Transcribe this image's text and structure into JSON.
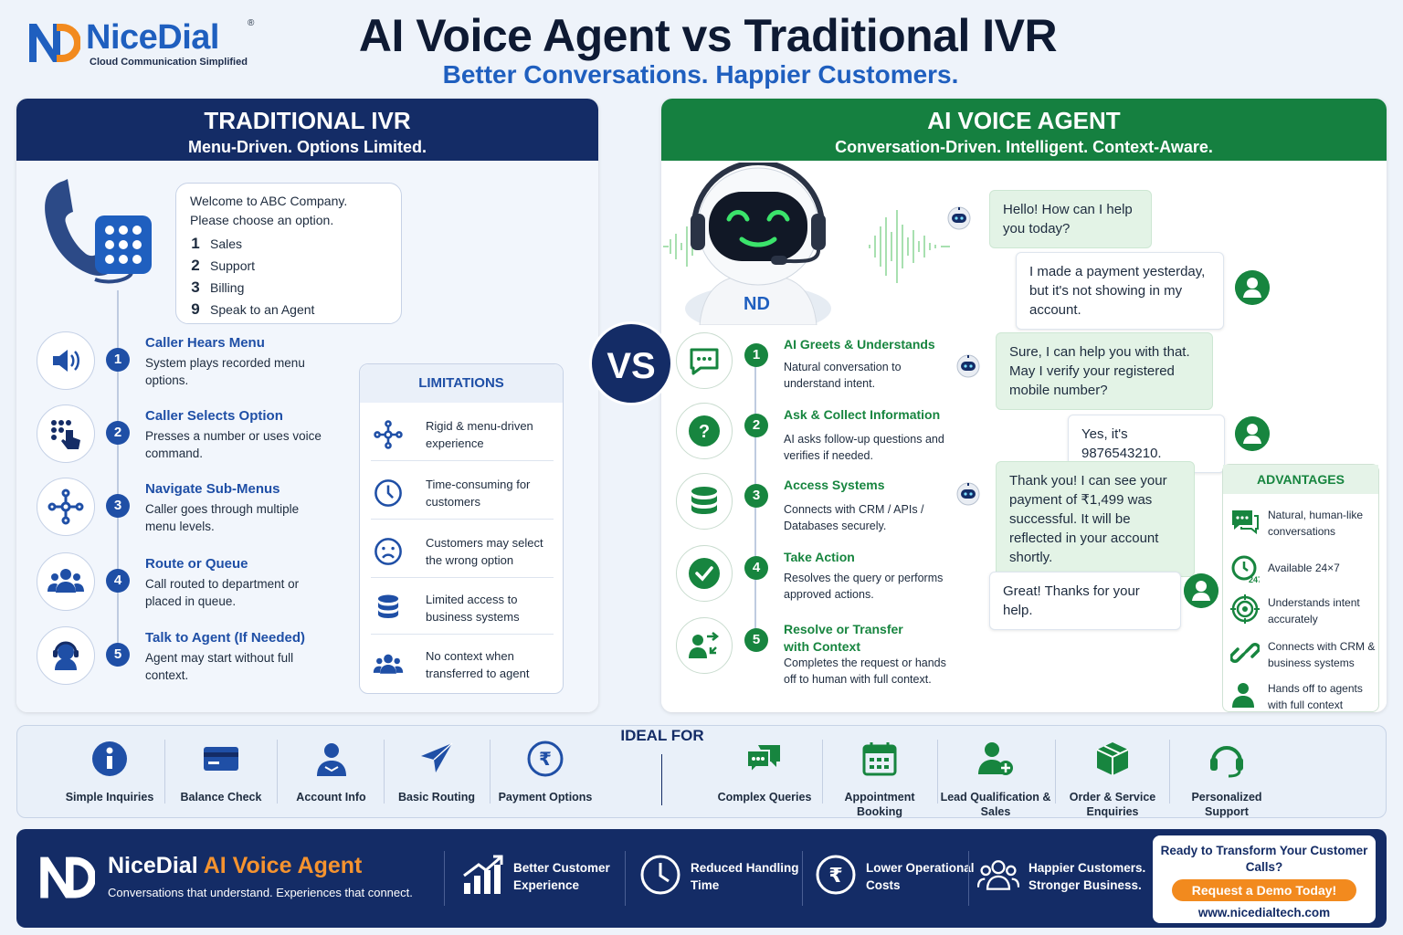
{
  "header": {
    "brand": "NiceDial",
    "brand_reg": "®",
    "brand_tagline": "Cloud Communication Simplified",
    "title": "AI Voice Agent vs Traditional IVR",
    "subtitle": "Better Conversations. Happier Customers."
  },
  "colors": {
    "navy": "#142c66",
    "blue": "#1f5fbf",
    "green": "#158040",
    "orange": "#f28a1e"
  },
  "vs_label": "VS",
  "ivr": {
    "title": "TRADITIONAL IVR",
    "subtitle": "Menu-Driven. Options Limited.",
    "menu": {
      "greeting": "Welcome to ABC Company.",
      "prompt": "Please choose an option.",
      "options": [
        {
          "key": "1",
          "label": "Sales"
        },
        {
          "key": "2",
          "label": "Support"
        },
        {
          "key": "3",
          "label": "Billing"
        },
        {
          "key": "9",
          "label": "Speak to an Agent"
        }
      ]
    },
    "steps": [
      {
        "num": "1",
        "title": "Caller Hears Menu",
        "desc": "System plays recorded menu options.",
        "icon": "speaker-icon"
      },
      {
        "num": "2",
        "title": "Caller Selects Option",
        "desc": "Presses a number or uses voice command.",
        "icon": "keypad-tap-icon"
      },
      {
        "num": "3",
        "title": "Navigate Sub-Menus",
        "desc": "Caller goes through multiple menu levels.",
        "icon": "branch-icon"
      },
      {
        "num": "4",
        "title": "Route or Queue",
        "desc": "Call routed to department or placed in queue.",
        "icon": "group-icon"
      },
      {
        "num": "5",
        "title": "Talk to Agent (If Needed)",
        "desc": "Agent may start without full context.",
        "icon": "agent-headset-icon"
      }
    ],
    "limitations": {
      "title": "LIMITATIONS",
      "items": [
        {
          "text": "Rigid & menu-driven experience",
          "icon": "branch-icon"
        },
        {
          "text": "Time-consuming for customers",
          "icon": "clock-icon"
        },
        {
          "text": "Customers may select the wrong option",
          "icon": "sad-face-icon"
        },
        {
          "text": "Limited access to business systems",
          "icon": "database-icon"
        },
        {
          "text": "No context when transferred to agent",
          "icon": "group-icon"
        }
      ]
    }
  },
  "ai": {
    "title": "AI VOICE AGENT",
    "subtitle": "Conversation-Driven. Intelligent. Context-Aware.",
    "robot_badge": "ND",
    "steps": [
      {
        "num": "1",
        "title": "AI Greets & Understands",
        "desc": "Natural conversation to understand intent.",
        "icon": "chat-icon"
      },
      {
        "num": "2",
        "title": "Ask & Collect Information",
        "desc": "AI asks follow-up questions and verifies if needed.",
        "icon": "question-icon"
      },
      {
        "num": "3",
        "title": "Access Systems",
        "desc": "Connects with CRM / APIs / Databases securely.",
        "icon": "database-icon"
      },
      {
        "num": "4",
        "title": "Take Action",
        "desc": "Resolves the query or performs approved actions.",
        "icon": "check-icon"
      },
      {
        "num": "5",
        "title": "Resolve or Transfer with Context",
        "desc": "Completes the request or hands off to human with full context.",
        "icon": "transfer-icon"
      }
    ],
    "chat": [
      {
        "from": "bot",
        "text": "Hello! How can I help you today?"
      },
      {
        "from": "user",
        "text": "I made a payment yesterday, but it's not showing in my account."
      },
      {
        "from": "bot",
        "text": "Sure, I can help you with that. May I verify your registered mobile number?"
      },
      {
        "from": "user",
        "text": "Yes, it's 9876543210."
      },
      {
        "from": "bot",
        "text": "Thank you! I can see your payment of ₹1,499 was successful. It will be reflected in your account shortly."
      },
      {
        "from": "user",
        "text": "Great! Thanks for your help."
      }
    ],
    "advantages": {
      "title": "ADVANTAGES",
      "items": [
        {
          "text": "Natural, human-like conversations",
          "icon": "chat-icon"
        },
        {
          "text": "Available 24×7",
          "icon": "clock-24-icon"
        },
        {
          "text": "Understands intent accurately",
          "icon": "target-icon"
        },
        {
          "text": "Connects with CRM & business systems",
          "icon": "link-icon"
        },
        {
          "text": "Hands off to agents with full context",
          "icon": "person-icon"
        }
      ]
    }
  },
  "ideal_for": {
    "title": "IDEAL FOR",
    "ivr_items": [
      {
        "label": "Simple Inquiries",
        "icon": "info-icon"
      },
      {
        "label": "Balance Check",
        "icon": "card-icon"
      },
      {
        "label": "Account Info",
        "icon": "user-icon"
      },
      {
        "label": "Basic Routing",
        "icon": "navigation-icon"
      },
      {
        "label": "Payment Options",
        "icon": "rupee-icon"
      }
    ],
    "ai_items": [
      {
        "label": "Complex Queries",
        "icon": "chat-bubbles-icon"
      },
      {
        "label": "Appointment Booking",
        "icon": "calendar-icon"
      },
      {
        "label": "Lead Qualification & Sales",
        "icon": "user-plus-icon"
      },
      {
        "label": "Order & Service Enquiries",
        "icon": "box-icon"
      },
      {
        "label": "Personalized Support",
        "icon": "headset-icon"
      }
    ]
  },
  "footer": {
    "brand": "NiceDial",
    "brand_accent": "AI Voice Agent",
    "tagline": "Conversations that understand. Experiences that connect.",
    "benefits": [
      {
        "text": "Better Customer Experience",
        "icon": "growth-chart-icon"
      },
      {
        "text": "Reduced Handling Time",
        "icon": "clock-icon"
      },
      {
        "text": "Lower Operational Costs",
        "icon": "rupee-icon"
      },
      {
        "text": "Happier Customers. Stronger Business.",
        "icon": "people-icon"
      }
    ],
    "cta": {
      "question": "Ready to Transform Your Customer Calls?",
      "button": "Request a Demo Today!",
      "url": "www.nicedialtech.com"
    }
  }
}
